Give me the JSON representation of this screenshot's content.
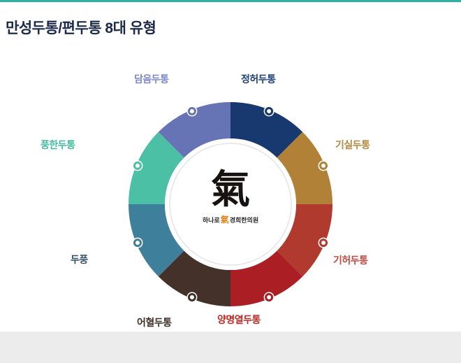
{
  "page": {
    "title": "만성두통/편두통 8대 유형",
    "title_color": "#1b2a4a",
    "accent_color": "#2eb3a2",
    "footer_color": "#ececec",
    "background_color": "#ffffff"
  },
  "chart": {
    "type": "donut-wheel",
    "segments": [
      {
        "key": "jeongheo",
        "label": "정허두통",
        "color": "#17396f",
        "label_color": "#1d3f79"
      },
      {
        "key": "gisil",
        "label": "기실두통",
        "color": "#b28138",
        "label_color": "#b28a3f"
      },
      {
        "key": "giheo",
        "label": "기허두통",
        "color": "#b03a2e",
        "label_color": "#bf4b41"
      },
      {
        "key": "yangmyeongyeol",
        "label": "양명열두통",
        "color": "#ab1e24",
        "label_color": "#bb2b25"
      },
      {
        "key": "eohyeol",
        "label": "어혈두통",
        "color": "#43312a",
        "label_color": "#3f3128"
      },
      {
        "key": "dupung",
        "label": "두풍",
        "color": "#3e7f9c",
        "label_color": "#335269"
      },
      {
        "key": "punghan",
        "label": "풍한두통",
        "color": "#4cc0a5",
        "label_color": "#43b9a0"
      },
      {
        "key": "dameum",
        "label": "담음두통",
        "color": "#6673b5",
        "label_color": "#8089c9"
      }
    ],
    "center": {
      "glyph": "氣",
      "caption_prefix": "하나로",
      "caption_glyph": "氣",
      "caption_glyph_color": "#e8831d",
      "caption_suffix": "경희한의원"
    }
  }
}
